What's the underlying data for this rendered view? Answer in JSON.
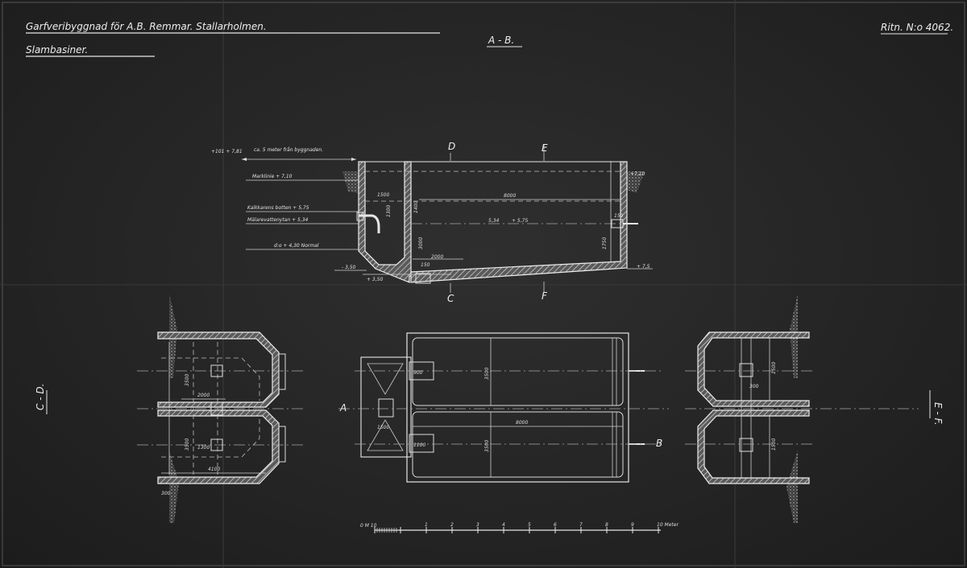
{
  "drawing": {
    "title": "Garfveribyggnad för A.B. Remmar. Stallarholmen.",
    "subtitle": "Slambasiner.",
    "drawing_number": "Ritn. N:o 4062.",
    "section_ab": "A - B.",
    "section_cd": "C - D.",
    "section_ef": "E - F."
  },
  "section_view": {
    "labels": {
      "ground": "Marklinie + 7,10",
      "lime_bottom": "Kalkkarens botten + 5,75",
      "lake_surface": "Mälarevattenytan + 5,34",
      "normal": "d:o + 4,30 Normal",
      "note": "ca. 5 meter från byggnaden.",
      "level_left_top": "+101 + 7,81",
      "level_right": "+ 7,5",
      "level_bottom_left": "- 3,50",
      "level_bottom_mid": "+ 3,50",
      "right_ground": "+7,10"
    },
    "dims": {
      "length": "8000",
      "d1500": "1500",
      "d1300": "1300",
      "d1400": "1400",
      "d2000": "2000",
      "d3000": "3000",
      "d150": "150",
      "d5_34": "5,34",
      "d5_75": "+ 5,75",
      "d1750": "1750",
      "d150b": "150"
    },
    "markers": {
      "d": "D",
      "c": "C",
      "e": "E",
      "f": "F"
    }
  },
  "plan_view": {
    "dims": {
      "length": "8000",
      "width": "3500",
      "width2": "3500",
      "d1500": "1500",
      "d900": "900",
      "d1100": "1100"
    },
    "markers": {
      "a": "A",
      "b": "B"
    }
  },
  "left_view": {
    "dims": {
      "a": "3500",
      "b": "3500",
      "c": "4100",
      "d": "2000",
      "e": "1300",
      "f": "300"
    }
  },
  "right_view": {
    "dims": {
      "a": "1500",
      "b": "1500",
      "c": "300"
    }
  },
  "scale_bar": {
    "start_label": "0 M 10",
    "ticks": [
      "1",
      "2",
      "3",
      "4",
      "5",
      "6",
      "7",
      "8",
      "9"
    ],
    "end_label": "10 Meter"
  }
}
